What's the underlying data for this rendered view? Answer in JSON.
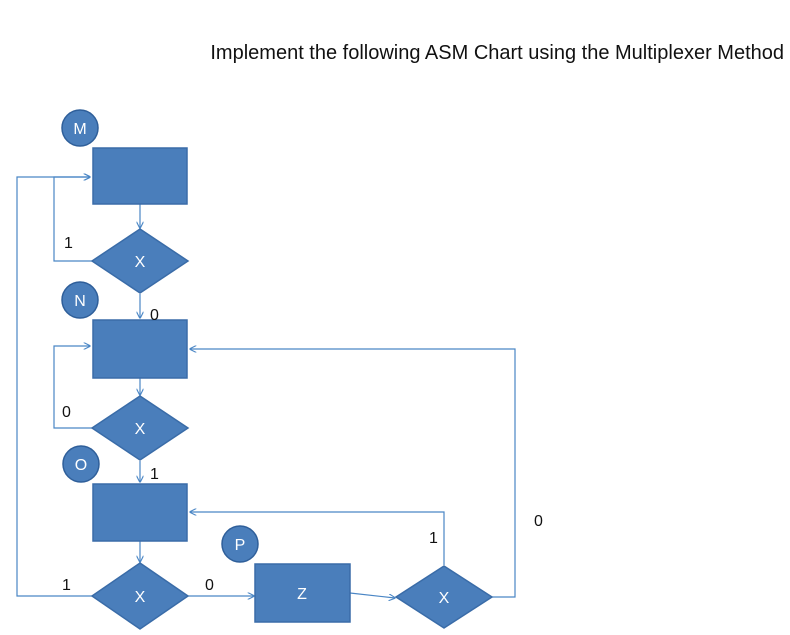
{
  "title": "Implement the following ASM Chart using the Multiplexer Method",
  "states": {
    "m": "M",
    "n": "N",
    "o": "O",
    "p": "P"
  },
  "decisions": {
    "d1": "X",
    "d2": "X",
    "d3": "X",
    "d4": "X"
  },
  "output_box": "Z",
  "edge_labels": {
    "d1_true": "1",
    "d1_false": "0",
    "d2_false": "0",
    "d2_true": "1",
    "d3_true": "1",
    "d3_false": "0",
    "d4_true": "1",
    "d4_false": "0"
  },
  "colors": {
    "fill": "#4a7ebb",
    "line": "#4a86c5"
  }
}
